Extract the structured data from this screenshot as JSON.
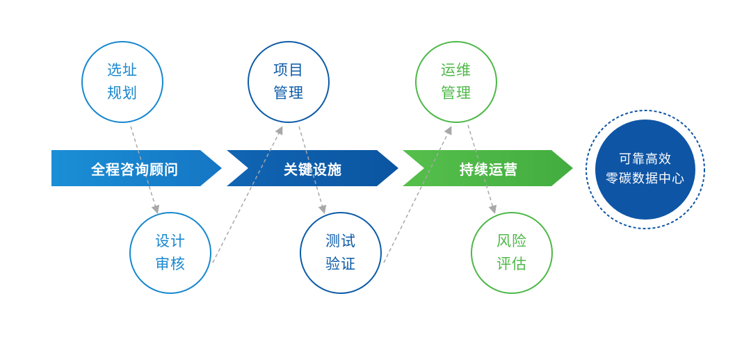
{
  "colors": {
    "light_blue": "#1787cf",
    "dark_blue": "#0c5ba8",
    "green": "#4db848",
    "navy": "#0e55a5",
    "dashed_connector": "#a8a8a8"
  },
  "stages": [
    {
      "label": "全程咨询顾问",
      "top_node": [
        "选址",
        "规划"
      ],
      "bottom_node": [
        "设计",
        "审核"
      ]
    },
    {
      "label": "关键设施",
      "top_node": [
        "项目",
        "管理"
      ],
      "bottom_node": [
        "测试",
        "验证"
      ]
    },
    {
      "label": "持续运营",
      "top_node": [
        "运维",
        "管理"
      ],
      "bottom_node": [
        "风险",
        "评估"
      ]
    }
  ],
  "final_goal": [
    "可靠高效",
    "零碳数据中心"
  ]
}
